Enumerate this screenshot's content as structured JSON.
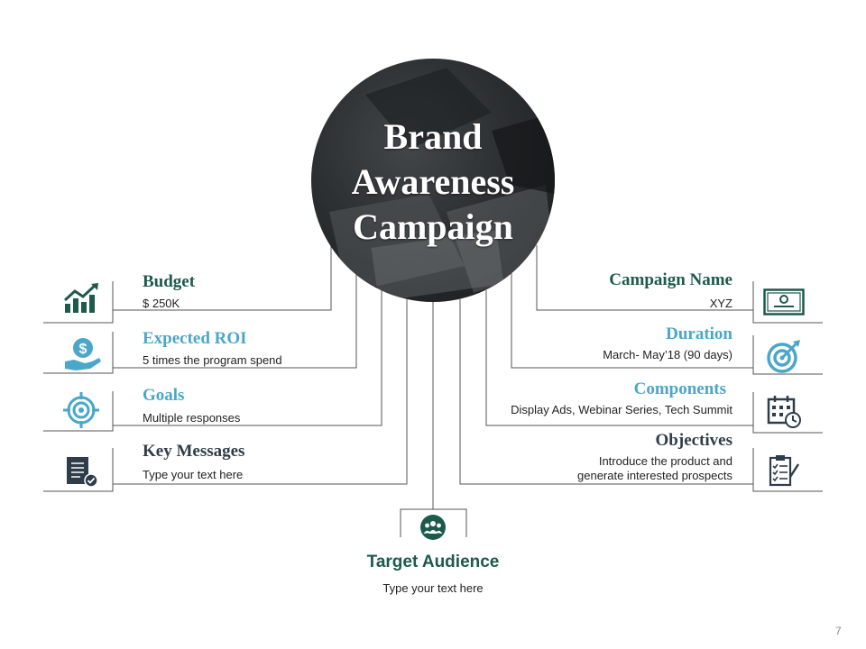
{
  "hero": {
    "title_lines": [
      "Brand",
      "Awareness",
      "Campaign"
    ]
  },
  "left_items": [
    {
      "title": "Budget",
      "desc": "$ 250K",
      "icon": "growth-chart-icon"
    },
    {
      "title": "Expected ROI",
      "desc": "5 times the program spend",
      "icon": "money-hand-icon"
    },
    {
      "title": "Goals",
      "desc": "Multiple responses",
      "icon": "target-icon"
    },
    {
      "title": "Key Messages",
      "desc": "Type your text here",
      "icon": "document-check-icon"
    }
  ],
  "right_items": [
    {
      "title": "Campaign Name",
      "desc": "XYZ",
      "icon": "banknote-icon"
    },
    {
      "title": "Duration",
      "desc": "March- May’18 (90 days)",
      "icon": "bullseye-icon"
    },
    {
      "title": "Components",
      "desc": "Display Ads, Webinar Series, Tech Summit",
      "icon": "calendar-clock-icon"
    },
    {
      "title": "Objectives",
      "desc_lines": [
        "Introduce the product and",
        "generate interested prospects"
      ],
      "icon": "clipboard-checklist-icon"
    }
  ],
  "bottom_item": {
    "title": "Target Audience",
    "desc": "Type your text here",
    "icon": "people-group-icon"
  },
  "page_number": "7",
  "colors": {
    "dark_green": "#1c5a4c",
    "light_blue": "#4aa7c9",
    "icon_dark": "#2f3d4a"
  }
}
